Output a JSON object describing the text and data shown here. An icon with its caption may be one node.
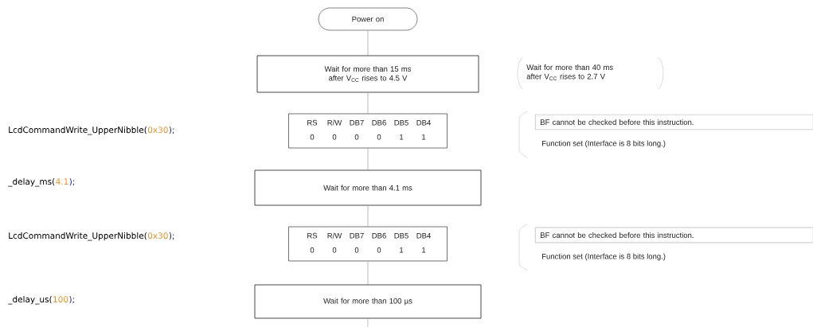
{
  "diagram": {
    "nodes": [
      {
        "text": [
          "Power on"
        ]
      },
      {
        "text": [
          "Wait for more than 15 ms after V$_{CC}$ rises to 4.5 V"
        ]
      },
      {
        "text": [
          "RS",
          "R/W",
          "DB7",
          "DB6",
          "DB5",
          "DB4",
          "0",
          "0",
          "0",
          "0",
          "1",
          "1"
        ]
      },
      {
        "text": [
          "Wait for more than 4.1 ms"
        ]
      },
      {
        "text": [
          "RS",
          "R/W",
          "DB7",
          "DB6",
          "DB5",
          "DB4",
          "0",
          "0",
          "0",
          "0",
          "1",
          "1"
        ]
      },
      {
        "text": [
          "Wait for more than 100 µs"
        ]
      },
      {
        "text": [
          "BF cannot be checked before this instruction."
        ]
      },
      {
        "text": [
          "BF cannot be checked before this instruction."
        ]
      }
    ],
    "edges": [
      {
        "from": 0,
        "to": 1,
        "arrow": "none"
      },
      {
        "from": 1,
        "to": 2,
        "arrow": "none"
      },
      {
        "from": 2,
        "to": 3,
        "arrow": "none"
      },
      {
        "from": 3,
        "to": 4,
        "arrow": "none"
      },
      {
        "from": 4,
        "to": 5,
        "arrow": "none"
      },
      {
        "from": 5,
        "to": null,
        "arrow": "none"
      }
    ],
    "labels": [
      "LcdCommandWrite_UpperNibble(",
      "0x30",
      ");",
      "_delay_ms(",
      "4.1",
      ");",
      "LcdCommandWrite_UpperNibble(",
      "0x30",
      ");",
      "_delay_us(",
      "100",
      ");",
      "Wait for more than 40 ms after V$_{CC}$ rises to 2.7 V",
      "Function set (Interface is 8 bits long.)",
      "Function set (Interface is 8 bits long.)"
    ]
  }
}
